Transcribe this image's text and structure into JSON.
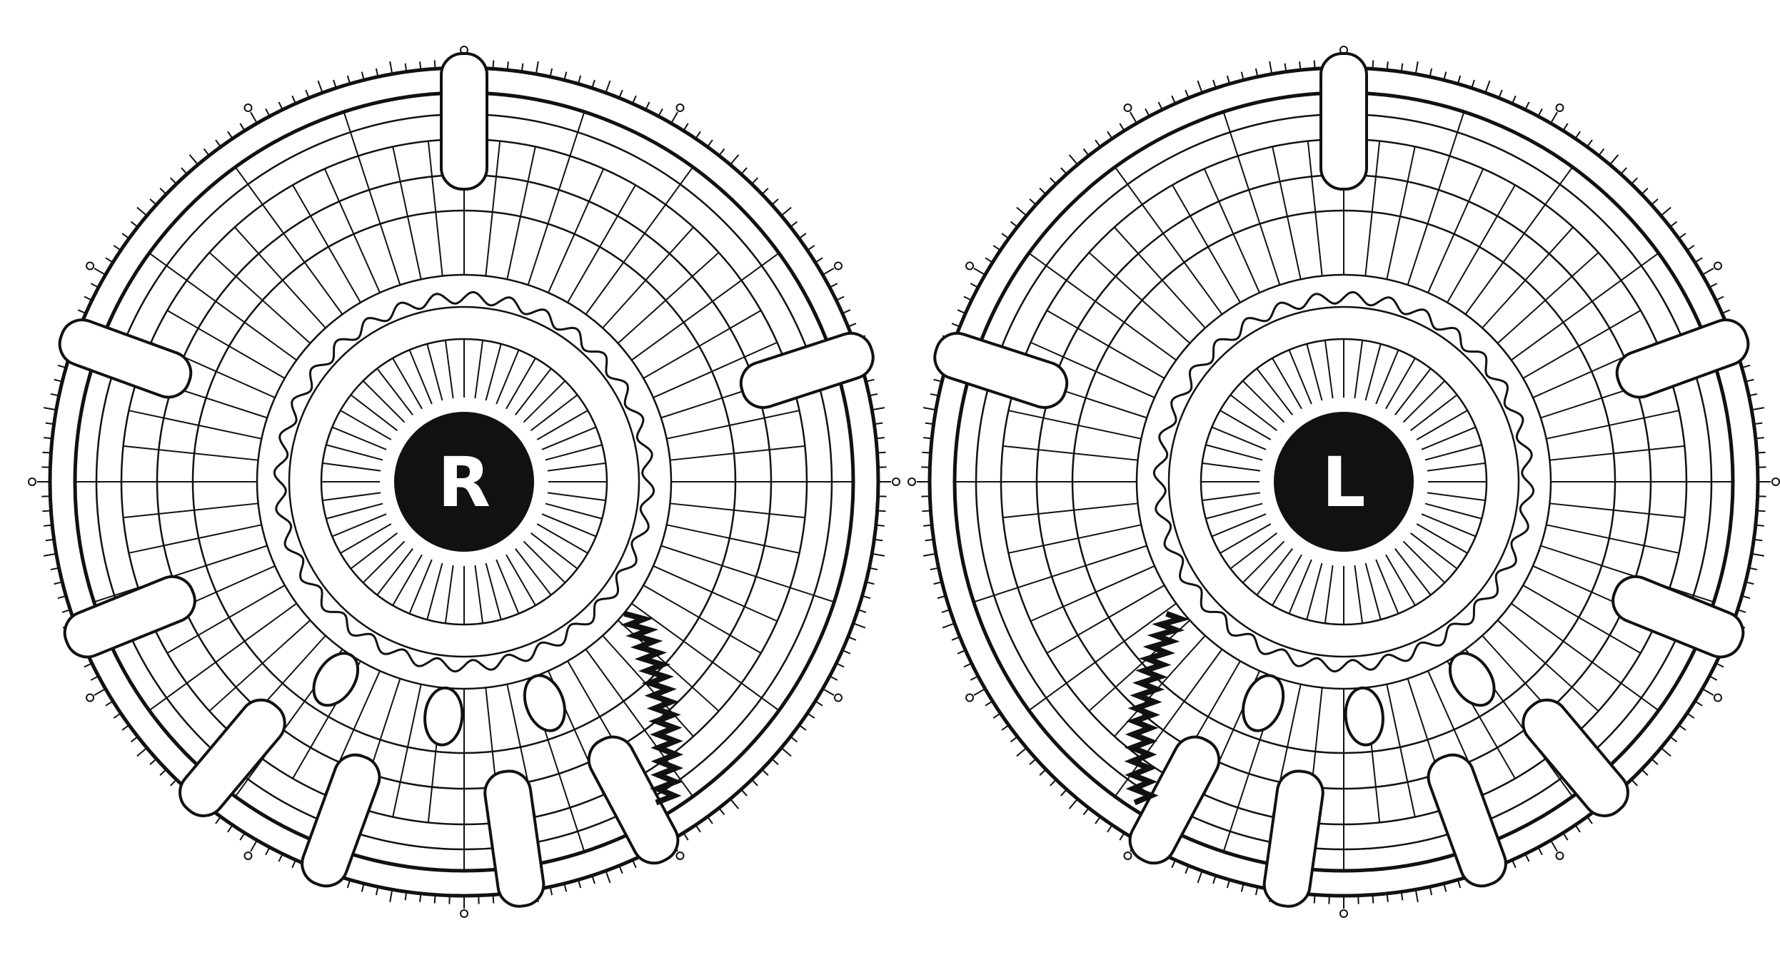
{
  "charts": [
    {
      "id": "right-iris-chart",
      "label": "R",
      "mirror": false
    },
    {
      "id": "left-iris-chart",
      "label": "L",
      "mirror": true
    }
  ],
  "colors": {
    "ink": "#111111",
    "paper": "#ffffff"
  },
  "icons": [
    "tick-ring",
    "pupil",
    "sector-lines",
    "collarette",
    "organ-sector-wedges",
    "dark-zigzag-mark"
  ]
}
